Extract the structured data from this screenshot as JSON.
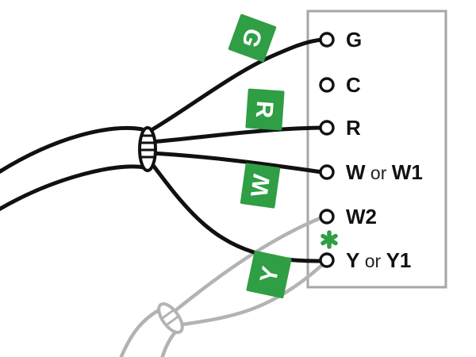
{
  "palette": {
    "label_green": "#2f9e44",
    "wire_black": "#111111",
    "wire_gray": "#b3b3b3",
    "box_border": "#a6a6a6",
    "text_black": "#111111",
    "label_letter_white": "#ffffff"
  },
  "wire_labels": {
    "g": "G",
    "r": "R",
    "w": "W",
    "y": "Y"
  },
  "terminals": [
    {
      "id": "g",
      "bold1": "G",
      "mid": "",
      "bold2": ""
    },
    {
      "id": "c",
      "bold1": "C",
      "mid": "",
      "bold2": ""
    },
    {
      "id": "r",
      "bold1": "R",
      "mid": "",
      "bold2": ""
    },
    {
      "id": "w1",
      "bold1": "W",
      "mid": " or ",
      "bold2": "W1"
    },
    {
      "id": "w2",
      "bold1": "W2",
      "mid": "",
      "bold2": ""
    },
    {
      "id": "y1",
      "bold1": "Y",
      "mid": " or ",
      "bold2": "Y1"
    }
  ],
  "asterisk_marker": "✱"
}
